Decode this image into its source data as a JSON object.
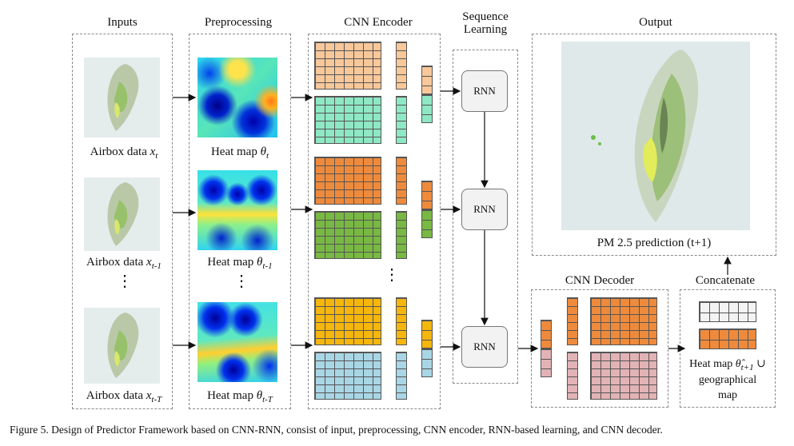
{
  "headers": {
    "inputs": "Inputs",
    "preprocessing": "Preprocessing",
    "cnn_encoder": "CNN Encoder",
    "sequence_learning": "Sequence Learning",
    "output": "Output",
    "cnn_decoder": "CNN Decoder",
    "concatenate": "Concatenate"
  },
  "airbox_labels": {
    "prefix": "Airbox data ",
    "var": "x",
    "sub_t": "t",
    "sub_t1": "t-1",
    "sub_tT": "t-T"
  },
  "heatmap_labels": {
    "prefix": "Heat map ",
    "var": "θ",
    "sub_t": "t",
    "sub_t1": "t-1",
    "sub_tT": "t-T"
  },
  "rnn_label": "RNN",
  "output_label": "PM 2.5 prediction (t+1)",
  "concat_label": {
    "prefix": "Heat map ",
    "var": "θ̂",
    "sub": "t+1",
    "suffix": " ∪",
    "line2": "geographical",
    "line3": "map"
  },
  "vertical_ellipsis": "⋮",
  "caption": "Figure 5. Design of Predictor Framework based on CNN-RNN, consist of input, preprocessing, CNN encoder, RNN-based learning, and CNN decoder.",
  "colors": {
    "peach": "#f8c89a",
    "mint": "#8ee8c4",
    "orange": "#ee8a3c",
    "green": "#78b843",
    "gold": "#f5b60e",
    "lightblue": "#a9d6e5",
    "pink": "#e2b3b5",
    "white_cell": "#f3f3f3"
  }
}
